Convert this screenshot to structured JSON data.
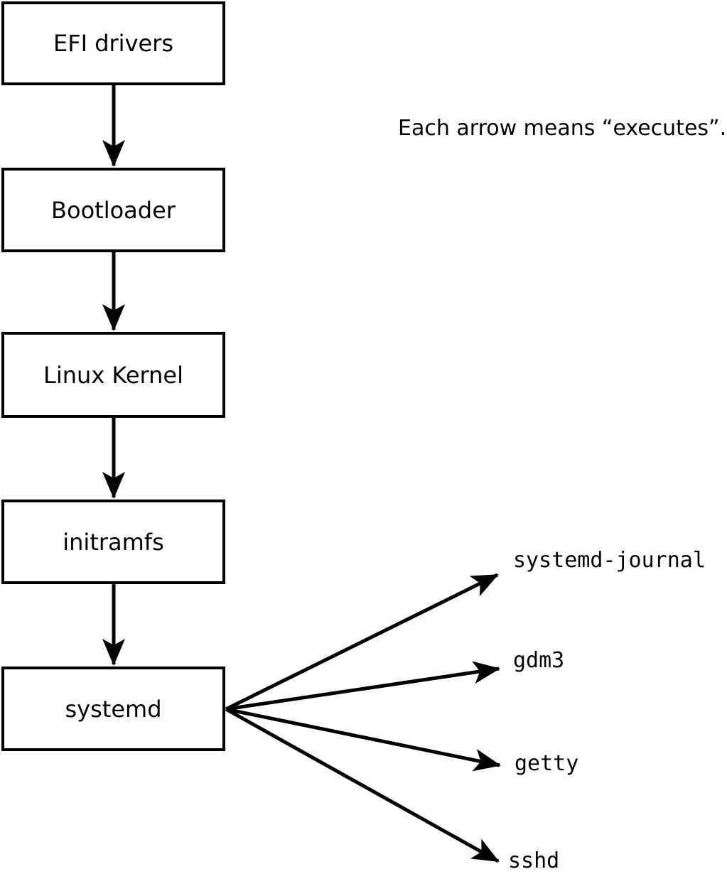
{
  "note": "Each arrow means “executes”.",
  "arrow_meaning": "executes",
  "chain": [
    {
      "id": "efi-drivers",
      "label": "EFI drivers"
    },
    {
      "id": "bootloader",
      "label": "Bootloader"
    },
    {
      "id": "linux-kernel",
      "label": "Linux Kernel"
    },
    {
      "id": "initramfs",
      "label": "initramfs"
    },
    {
      "id": "systemd",
      "label": "systemd"
    }
  ],
  "chain_edges": [
    {
      "from": "EFI drivers",
      "to": "Bootloader"
    },
    {
      "from": "Bootloader",
      "to": "Linux Kernel"
    },
    {
      "from": "Linux Kernel",
      "to": "initramfs"
    },
    {
      "from": "initramfs",
      "to": "systemd"
    }
  ],
  "spawned": [
    {
      "id": "systemd-journal",
      "label": "systemd-journal"
    },
    {
      "id": "gdm3",
      "label": "gdm3"
    },
    {
      "id": "getty",
      "label": "getty"
    },
    {
      "id": "sshd",
      "label": "sshd"
    }
  ],
  "spawned_edges": [
    {
      "from": "systemd",
      "to": "systemd-journal"
    },
    {
      "from": "systemd",
      "to": "gdm3"
    },
    {
      "from": "systemd",
      "to": "getty"
    },
    {
      "from": "systemd",
      "to": "sshd"
    }
  ],
  "colors": {
    "line": "#000000",
    "text": "#000000",
    "box_fill": "#ffffff",
    "background": "#ffffff"
  }
}
